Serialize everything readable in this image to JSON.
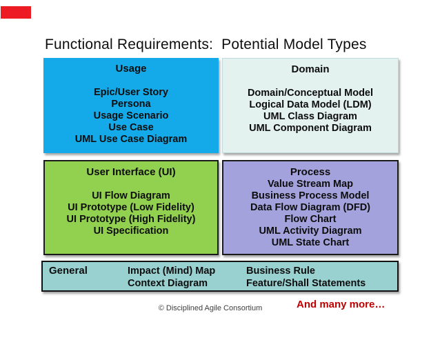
{
  "title": "Functional Requirements:  Potential Model Types",
  "boxes": {
    "usage": {
      "title": "Usage",
      "items": [
        "Epic/User Story",
        "Persona",
        "Usage Scenario",
        "Use Case",
        "UML Use Case Diagram"
      ]
    },
    "domain": {
      "title": "Domain",
      "items": [
        "Domain/Conceptual Model",
        "Logical Data Model (LDM)",
        "UML Class Diagram",
        "UML Component Diagram"
      ]
    },
    "ui": {
      "title": "User Interface (UI)",
      "items": [
        "UI Flow Diagram",
        "UI Prototype (Low Fidelity)",
        "UI Prototype (High Fidelity)",
        "UI Specification"
      ]
    },
    "process": {
      "title": "Process",
      "items": [
        "Value Stream Map",
        "Business Process Model",
        "Data Flow Diagram (DFD)",
        "Flow Chart",
        "UML Activity Diagram",
        "UML State Chart"
      ]
    }
  },
  "general": {
    "label": "General",
    "column1": [
      "Impact (Mind) Map",
      "Context Diagram"
    ],
    "column2": [
      "Business Rule",
      "Feature/Shall Statements"
    ]
  },
  "footer": {
    "copyright": "© Disciplined Agile Consortium",
    "note": "And many more…"
  },
  "colors": {
    "usage_bg": "#14A9E8",
    "domain_bg": "#E3F1EF",
    "ui_bg": "#92D050",
    "process_bg": "#A3A2DC",
    "general_bg": "#99D1D1",
    "brand_bar_red": "#ED1C24",
    "note_red": "#C00000"
  }
}
